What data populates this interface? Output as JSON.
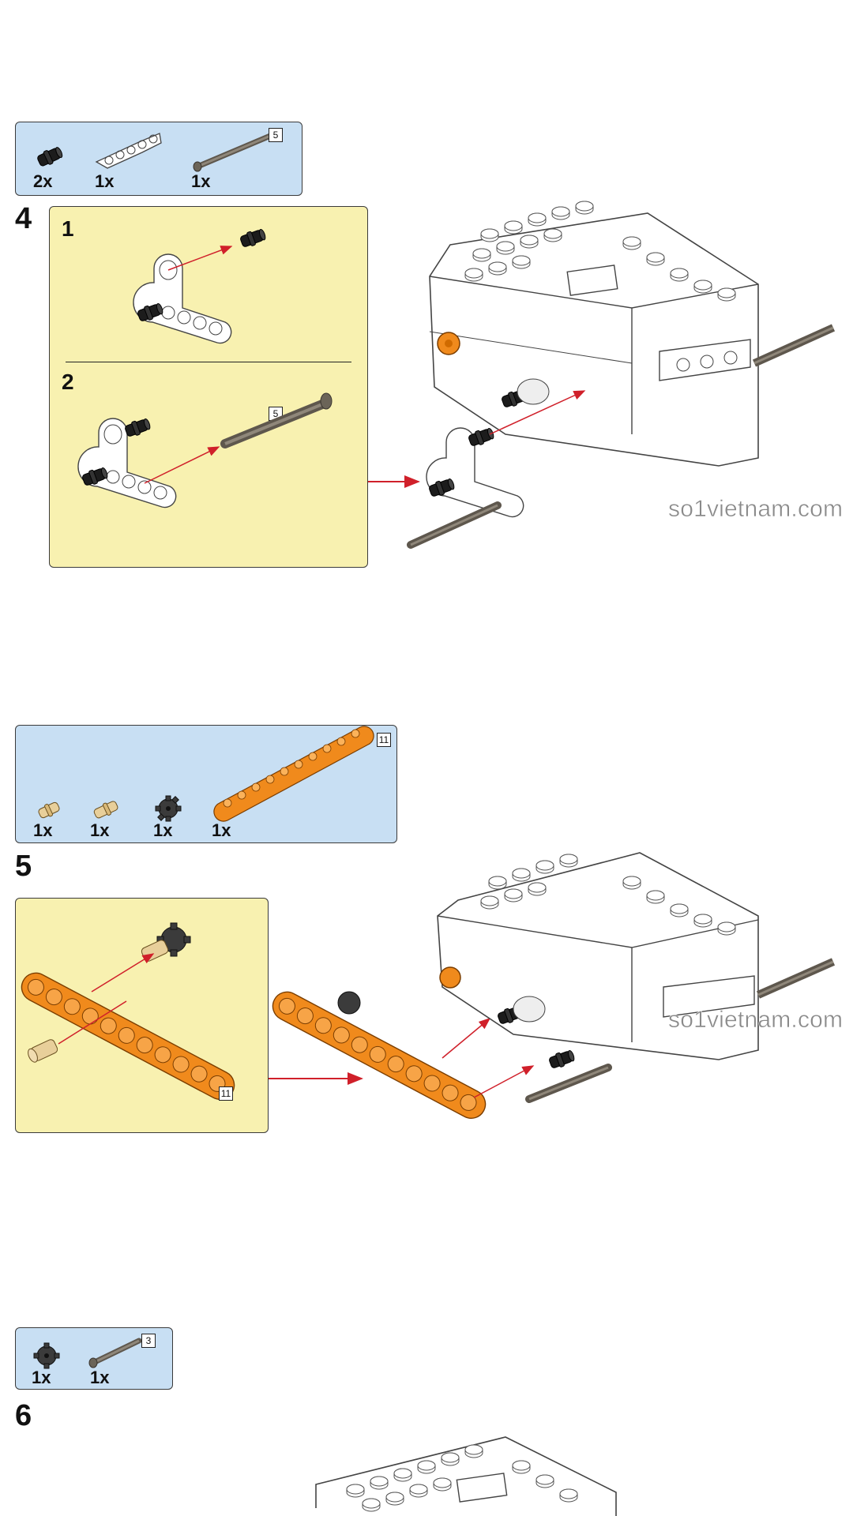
{
  "steps": [
    {
      "number": "4",
      "parts": [
        {
          "icon": "black-pin-icon",
          "qty": "2x"
        },
        {
          "icon": "white-l-beam-icon",
          "qty": "1x"
        },
        {
          "icon": "grey-axle-icon",
          "qty": "1x",
          "length": "5"
        }
      ],
      "substeps": [
        {
          "number": "1"
        },
        {
          "number": "2",
          "length": "5"
        }
      ]
    },
    {
      "number": "5",
      "parts": [
        {
          "icon": "tan-pin-icon",
          "qty": "1x"
        },
        {
          "icon": "tan-axle-pin-icon",
          "qty": "1x"
        },
        {
          "icon": "dark-gear-icon",
          "qty": "1x"
        },
        {
          "icon": "orange-beam-icon",
          "qty": "1x",
          "length": "11"
        }
      ],
      "substep_length": "11"
    },
    {
      "number": "6",
      "parts": [
        {
          "icon": "dark-gear-icon",
          "qty": "1x"
        },
        {
          "icon": "grey-axle-icon",
          "qty": "1x",
          "length": "3"
        }
      ]
    }
  ],
  "watermark": "so1vietnam.com",
  "colors": {
    "parts_box": "#c8dff3",
    "subassembly_panel": "#f8f1b0",
    "beam_orange": "#f08a1c",
    "axle_grey": "#7a7266",
    "arrow_red": "#d0202a"
  }
}
